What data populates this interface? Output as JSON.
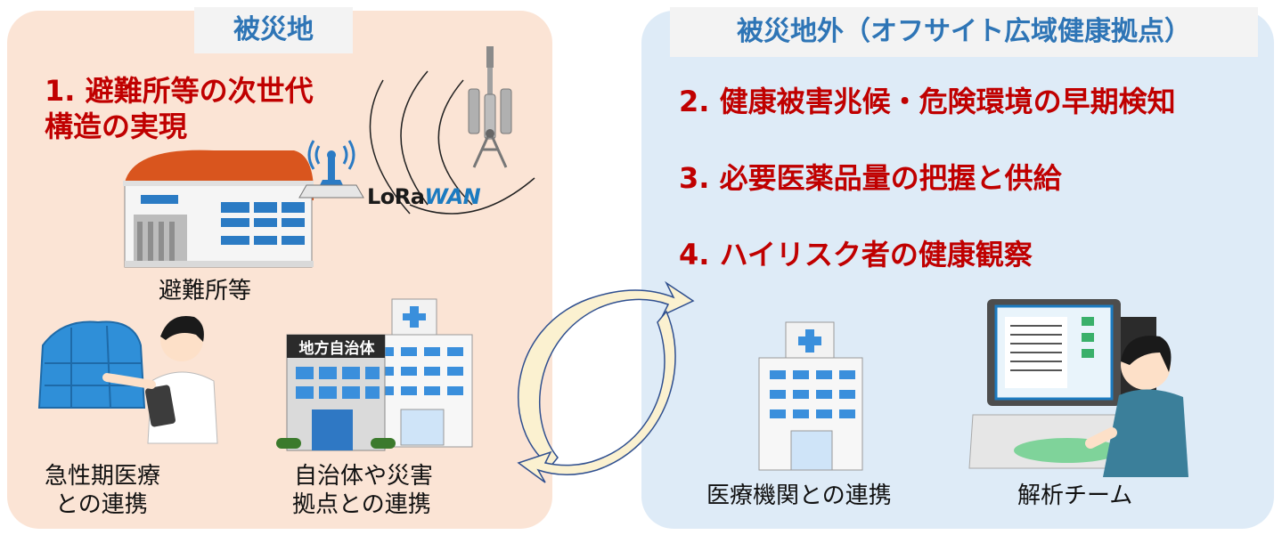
{
  "left_panel": {
    "title": "被災地",
    "item1_line1": "1. 避難所等の次世代",
    "item1_line2": "構造の実現",
    "lora_prefix": "LoRa",
    "lora_suffix": "WAN",
    "shelter_caption": "避難所等",
    "acute_caption_line1": "急性期医療",
    "acute_caption_line2": "との連携",
    "local_gov_sign": "地方自治体",
    "gov_caption_line1": "自治体や災害",
    "gov_caption_line2": "拠点との連携"
  },
  "right_panel": {
    "title": "被災地外（オフサイト広域健康拠点）",
    "items": [
      "2. 健康被害兆候・危険環境の早期検知",
      "3. 必要医薬品量の把握と供給",
      "4. ハイリスク者の健康観察"
    ],
    "hospital_caption": "医療機関との連携",
    "analysis_caption": "解析チーム"
  },
  "colors": {
    "left_bg": "#fbe4d5",
    "right_bg": "#deebf7",
    "title_text": "#2e75b6",
    "item_text": "#c00000"
  }
}
